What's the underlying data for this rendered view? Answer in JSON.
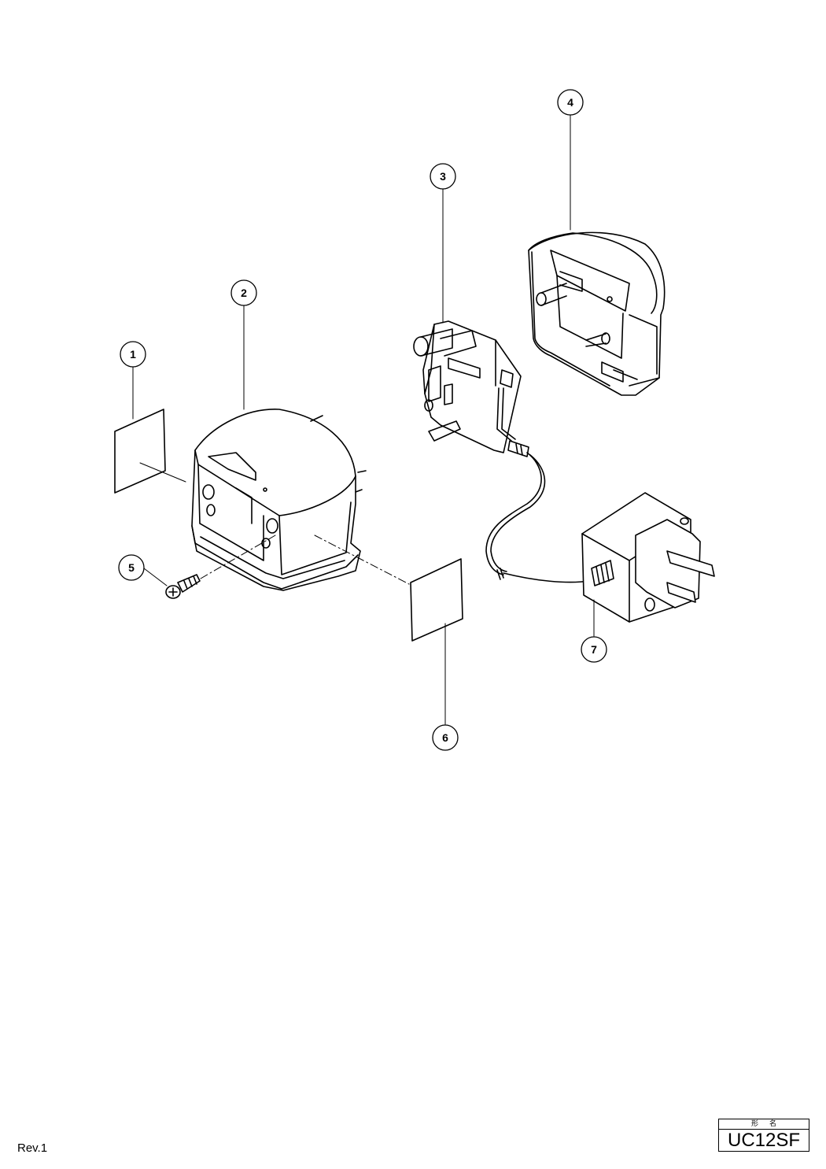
{
  "callouts": [
    {
      "number": "1",
      "part": "label-plate-left"
    },
    {
      "number": "2",
      "part": "upper-housing"
    },
    {
      "number": "3",
      "part": "circuit-board"
    },
    {
      "number": "4",
      "part": "lower-housing"
    },
    {
      "number": "5",
      "part": "tapping-screw"
    },
    {
      "number": "6",
      "part": "label-plate-right"
    },
    {
      "number": "7",
      "part": "plug-transformer"
    }
  ],
  "footer": {
    "revision": "Rev.1",
    "model_header": "形名",
    "model_name": "UC12SF"
  },
  "colors": {
    "line": "#000000",
    "background": "#ffffff"
  }
}
